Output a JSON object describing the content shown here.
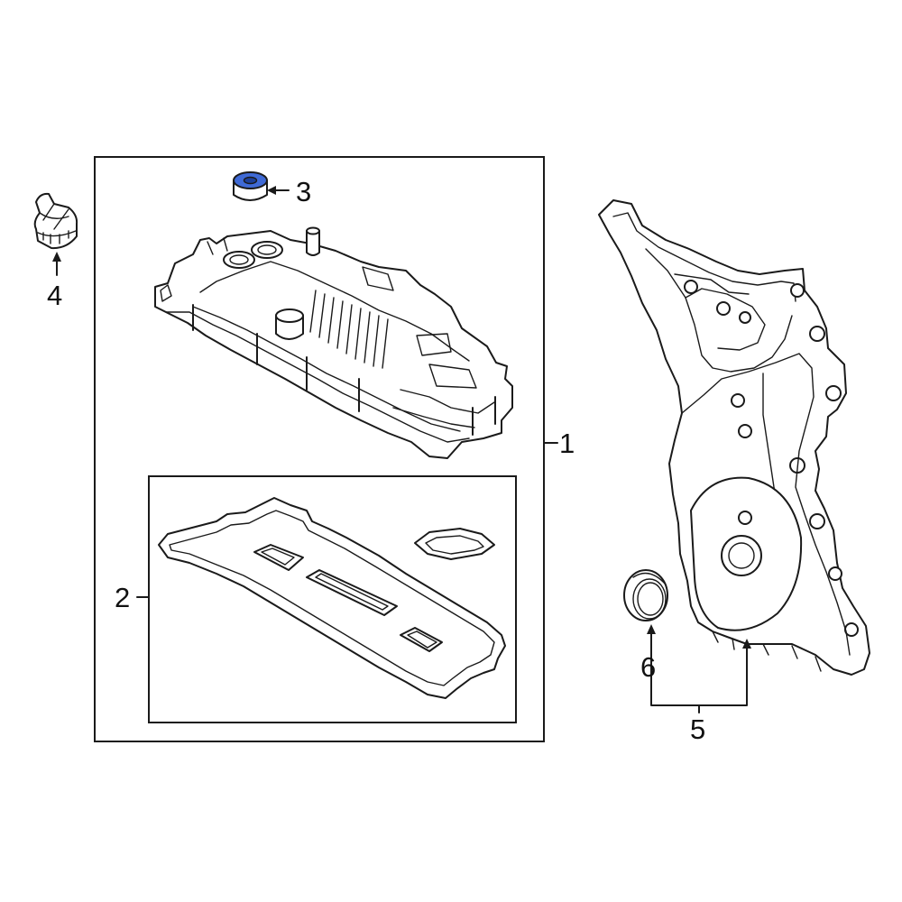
{
  "diagram": {
    "callouts": [
      {
        "id": "1",
        "label": "1"
      },
      {
        "id": "2",
        "label": "2"
      },
      {
        "id": "3",
        "label": "3"
      },
      {
        "id": "4",
        "label": "4"
      },
      {
        "id": "5",
        "label": "5"
      },
      {
        "id": "6",
        "label": "6"
      }
    ],
    "highlight_color": "#2f5bc8",
    "line_color": "#1a1a1a",
    "background_color": "#ffffff"
  }
}
